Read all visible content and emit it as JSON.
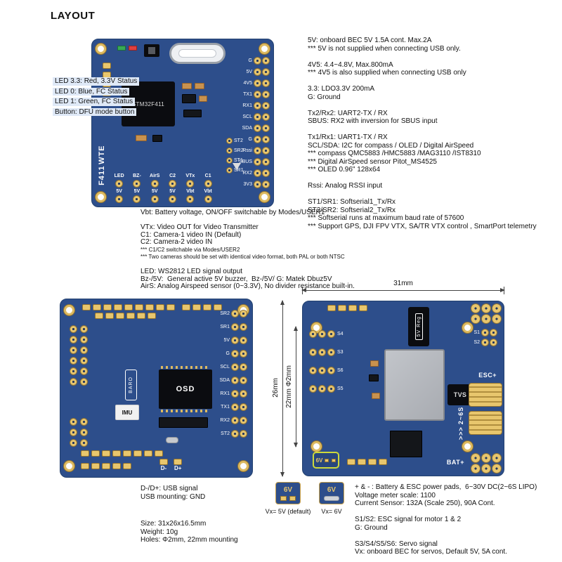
{
  "page": {
    "title": "LAYOUT"
  },
  "led_notes": [
    "LED 3.3: Red, 3.3V Status",
    "LED 0: Blue, FC Status",
    "LED 1: Green, FC Status",
    "Button: DFU mode button"
  ],
  "right_notes": [
    "5V: onboard BEC 5V 1.5A cont. Max.2A",
    "*** 5V is not supplied when connecting USB only.",
    "",
    "4V5: 4.4~4.8V, Max.800mA",
    "*** 4V5 is also supplied when connecting USB only",
    "",
    "3.3: LDO3.3V 200mA",
    "G: Ground",
    "",
    "Tx2/Rx2: UART2-TX / RX",
    "SBUS: RX2 with inversion for SBUS input",
    "",
    "Tx1/Rx1: UART1-TX / RX",
    "SCL/SDA: I2C for compass / OLED / Digital AirSpeed",
    "*** compass QMC5883 /HMC5883 /MAG3110 /IST8310",
    "*** Digital AirSpeed sensor Pitot_MS4525",
    "*** OLED 0.96\" 128x64",
    "",
    "Rssi: Analog RSSI input",
    "",
    "ST1/SR1: Softserial1_Tx/Rx",
    "ST2/SR2: Softserial2_Tx/Rx",
    "*** Softserial runs at maximum baud rate of 57600",
    "*** Support GPS, DJI FPV VTX, SA/TR VTX control , SmartPort telemetry"
  ],
  "mid_notes": [
    "Vbt: Battery voltage, ON/OFF switchable by Modes/USER1",
    "",
    "VTx: Video OUT for Video Transmitter",
    "C1: Camera-1 video IN (Default)",
    "C2: Camera-2 video IN",
    {
      "t": "*** C1/C2 switchable via Modes/USER2",
      "cls": "small"
    },
    {
      "t": "*** Two cameras should be set with identical video format, both PAL or both NTSC",
      "cls": "small"
    },
    "",
    "LED: WS2812 LED signal output",
    "Bz-/5V:  General active 5V buzzer,  Bz-/5V/ G: Matek Dbuz5V",
    "AirS: Analog Airspeed sensor (0~3.3V), No divider resistance built-in."
  ],
  "usb_notes": [
    "D-/D+: USB signal",
    "USB mounting: GND"
  ],
  "size_notes": [
    "Size: 31x26x16.5mm",
    "Weight: 10g",
    "Holes: Φ2mm, 22mm mounting"
  ],
  "power_notes": [
    "+ & - : Battery & ESC power pads,  6~30V DC(2~6S LIPO)",
    "Voltage meter scale: 1100",
    "Current Sensor: 132A (Scale 250), 90A Cont.",
    "",
    "S1/S2: ESC signal for motor 1 & 2",
    "G: Ground",
    "",
    "S3/S4/S5/S6: Servo signal",
    "Vx: onboard BEC for servos, Default 5V, 5A cont."
  ],
  "jumper_graphics": {
    "label": "6V",
    "left_caption": "Vx= 5V (default)",
    "right_caption": "Vx= 6V"
  },
  "dimensions": {
    "width": "31mm",
    "height": "26mm",
    "holes": "22mm Φ2mm"
  },
  "top_board": {
    "chip": "STM32F411",
    "name_line1": "F411",
    "name_line2": "WTE",
    "right_pads": [
      "G",
      "5V",
      "4V5",
      "TX1",
      "RX1",
      "SCL",
      "SDA",
      "G",
      "Rssi",
      "SBUS",
      "RX2",
      "3V3"
    ],
    "softserial_pads": [
      "ST2",
      "SR2",
      "ST1",
      "SR1"
    ],
    "bottom_functions": [
      "LED",
      "BZ-",
      "AirS",
      "C2",
      "VTx",
      "C1"
    ],
    "bottom_voltages": [
      "5V",
      "5V",
      "5V",
      "5V",
      "Vbt",
      "Vbt"
    ]
  },
  "back_board": {
    "osd": "OSD",
    "baro": "BARO",
    "imu": "IMU",
    "right_pads": [
      "SR2",
      "SR1",
      "5V",
      "G",
      "SCL",
      "SDA",
      "RX1",
      "TX1",
      "RX2",
      "ST2"
    ],
    "usb_pads": [
      "D-",
      "D+"
    ]
  },
  "power_board": {
    "reg": "5V Reg",
    "tvs": "TVS",
    "esc_label": "ESC+",
    "bat_label": "BAT+",
    "cells": "2~6S",
    "chevrons": ">>>",
    "servo_groups": [
      "S4",
      "S3",
      "S6",
      "S5"
    ],
    "esc_signals": [
      "S1",
      "S2"
    ],
    "jumper": "6V"
  }
}
